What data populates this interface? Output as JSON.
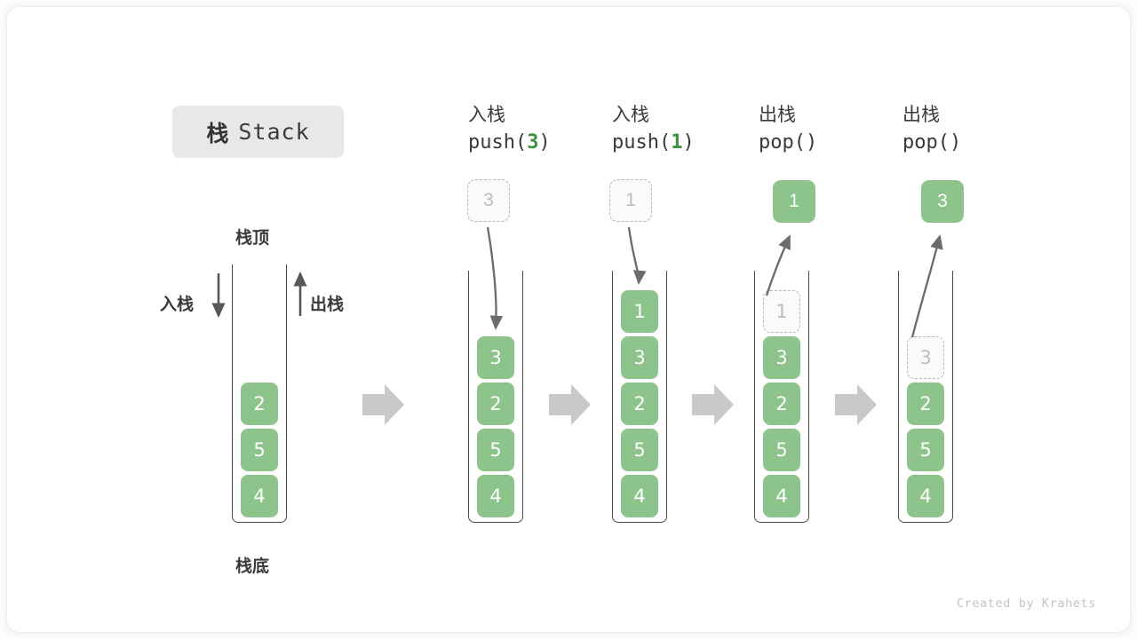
{
  "title": {
    "cn": "栈",
    "en": "Stack"
  },
  "labels": {
    "top": "栈顶",
    "bottom": "栈底",
    "push": "入栈",
    "pop": "出栈"
  },
  "colors": {
    "cell_fill": "#8cc48b",
    "cell_text": "#ffffff",
    "ghost_fill": "#fafafa",
    "ghost_border": "#b6b6b6",
    "ghost_text": "#bcbcbc",
    "vessel_stroke": "#4b4b4b",
    "arrow_gray": "#6b6b6b",
    "step_arrow": "#c9c9c9",
    "accent_green": "#3f9142",
    "badge_bg": "#e8e8e8"
  },
  "columns": [
    {
      "id": "initial",
      "header_line1": "",
      "header_line2": "",
      "header_arg": "",
      "cells": [
        {
          "value": "2",
          "state": "filled"
        },
        {
          "value": "5",
          "state": "filled"
        },
        {
          "value": "4",
          "state": "filled"
        }
      ],
      "float_box": null
    },
    {
      "id": "push-3",
      "header_line1": "入栈",
      "header_line2_prefix": "push(",
      "header_arg": "3",
      "header_line2_suffix": ")",
      "cells": [
        {
          "value": "3",
          "state": "filled"
        },
        {
          "value": "2",
          "state": "filled"
        },
        {
          "value": "5",
          "state": "filled"
        },
        {
          "value": "4",
          "state": "filled"
        }
      ],
      "float_box": {
        "value": "3",
        "state": "ghost",
        "direction": "down"
      }
    },
    {
      "id": "push-1",
      "header_line1": "入栈",
      "header_line2_prefix": "push(",
      "header_arg": "1",
      "header_line2_suffix": ")",
      "cells": [
        {
          "value": "1",
          "state": "filled"
        },
        {
          "value": "3",
          "state": "filled"
        },
        {
          "value": "2",
          "state": "filled"
        },
        {
          "value": "5",
          "state": "filled"
        },
        {
          "value": "4",
          "state": "filled"
        }
      ],
      "float_box": {
        "value": "1",
        "state": "ghost",
        "direction": "down"
      }
    },
    {
      "id": "pop-1",
      "header_line1": "出栈",
      "header_line2_prefix": "pop(",
      "header_arg": "",
      "header_line2_suffix": ")",
      "cells": [
        {
          "value": "1",
          "state": "ghost"
        },
        {
          "value": "3",
          "state": "filled"
        },
        {
          "value": "2",
          "state": "filled"
        },
        {
          "value": "5",
          "state": "filled"
        },
        {
          "value": "4",
          "state": "filled"
        }
      ],
      "float_box": {
        "value": "1",
        "state": "filled",
        "direction": "up"
      }
    },
    {
      "id": "pop-2",
      "header_line1": "出栈",
      "header_line2_prefix": "pop(",
      "header_arg": "",
      "header_line2_suffix": ")",
      "cells": [
        {
          "value": "3",
          "state": "ghost"
        },
        {
          "value": "2",
          "state": "filled"
        },
        {
          "value": "5",
          "state": "filled"
        },
        {
          "value": "4",
          "state": "filled"
        }
      ],
      "float_box": {
        "value": "3",
        "state": "filled",
        "direction": "up"
      }
    }
  ],
  "footer": "Created by Krahets"
}
